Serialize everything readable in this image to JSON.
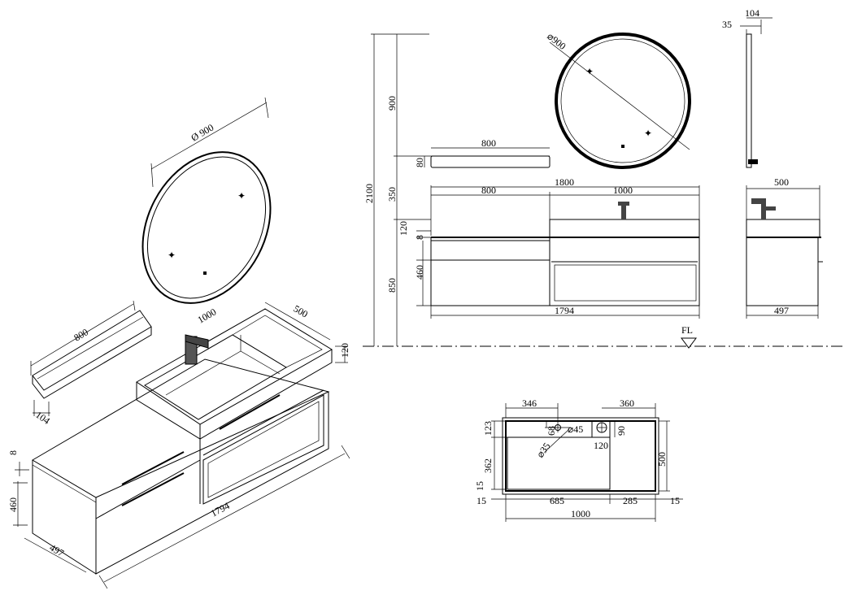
{
  "iso_view": {
    "mirror_diameter": "Ø 900",
    "shelf_length": "800",
    "shelf_depth": "104",
    "basin_length": "1000",
    "depth_top": "500",
    "basin_height": "120",
    "top_thickness": "8",
    "drawer_height": "460",
    "cabinet_depth": "497",
    "total_length": "1794"
  },
  "front_view": {
    "mirror_diameter": "⌀900",
    "shelf_width": "800",
    "shelf_height": "80",
    "total_width": "1800",
    "left_width": "800",
    "right_width": "1000",
    "height_total": "2100",
    "height_mirror": "900",
    "height_gap": "350",
    "height_base": "850",
    "basin_h": "120",
    "top_h": "8",
    "drawer_h": "460",
    "cabinet_width": "1794",
    "floor_label": "FL"
  },
  "side_view": {
    "mirror_depth": "104",
    "mirror_offset": "35",
    "top_depth": "500",
    "cabinet_depth": "497"
  },
  "basin_plan": {
    "tap_offset": "346",
    "right_offset": "360",
    "top_margin": "123",
    "tap_hole_y": "68",
    "drain_dia": "⌀45",
    "drain_box": "90",
    "tap_dia": "⌀35",
    "drain_from_edge": "120",
    "bowl_depth": "362",
    "bottom_margin": "15",
    "height": "500",
    "left_margin": "15",
    "bowl_width": "685",
    "shelf_width": "285",
    "right_margin": "15",
    "total_width": "1000"
  }
}
